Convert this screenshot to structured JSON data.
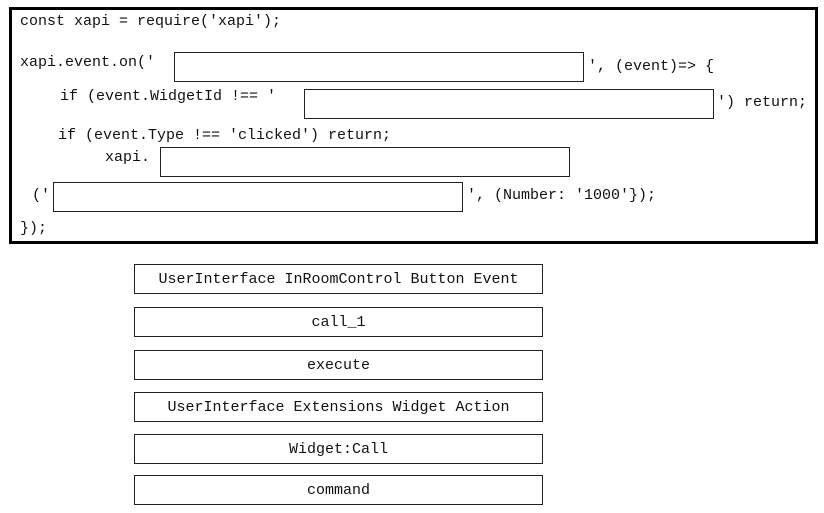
{
  "code": {
    "line1": "const xapi = require('xapi');",
    "line2_pre": "xapi.event.on('",
    "line2_post": "', (event)=> {",
    "line3_pre": "if (event.WidgetId !== '",
    "line3_post": "') return;",
    "line4": "if (event.Type !== 'clicked') return;",
    "line5_pre": "xapi.",
    "line6_pre": "('",
    "line6_post": "', (Number: '1000'});",
    "line7": "});"
  },
  "options": [
    "UserInterface InRoomControl Button Event",
    "call_1",
    "execute",
    "UserInterface Extensions Widget Action",
    "Widget:Call",
    "command"
  ]
}
